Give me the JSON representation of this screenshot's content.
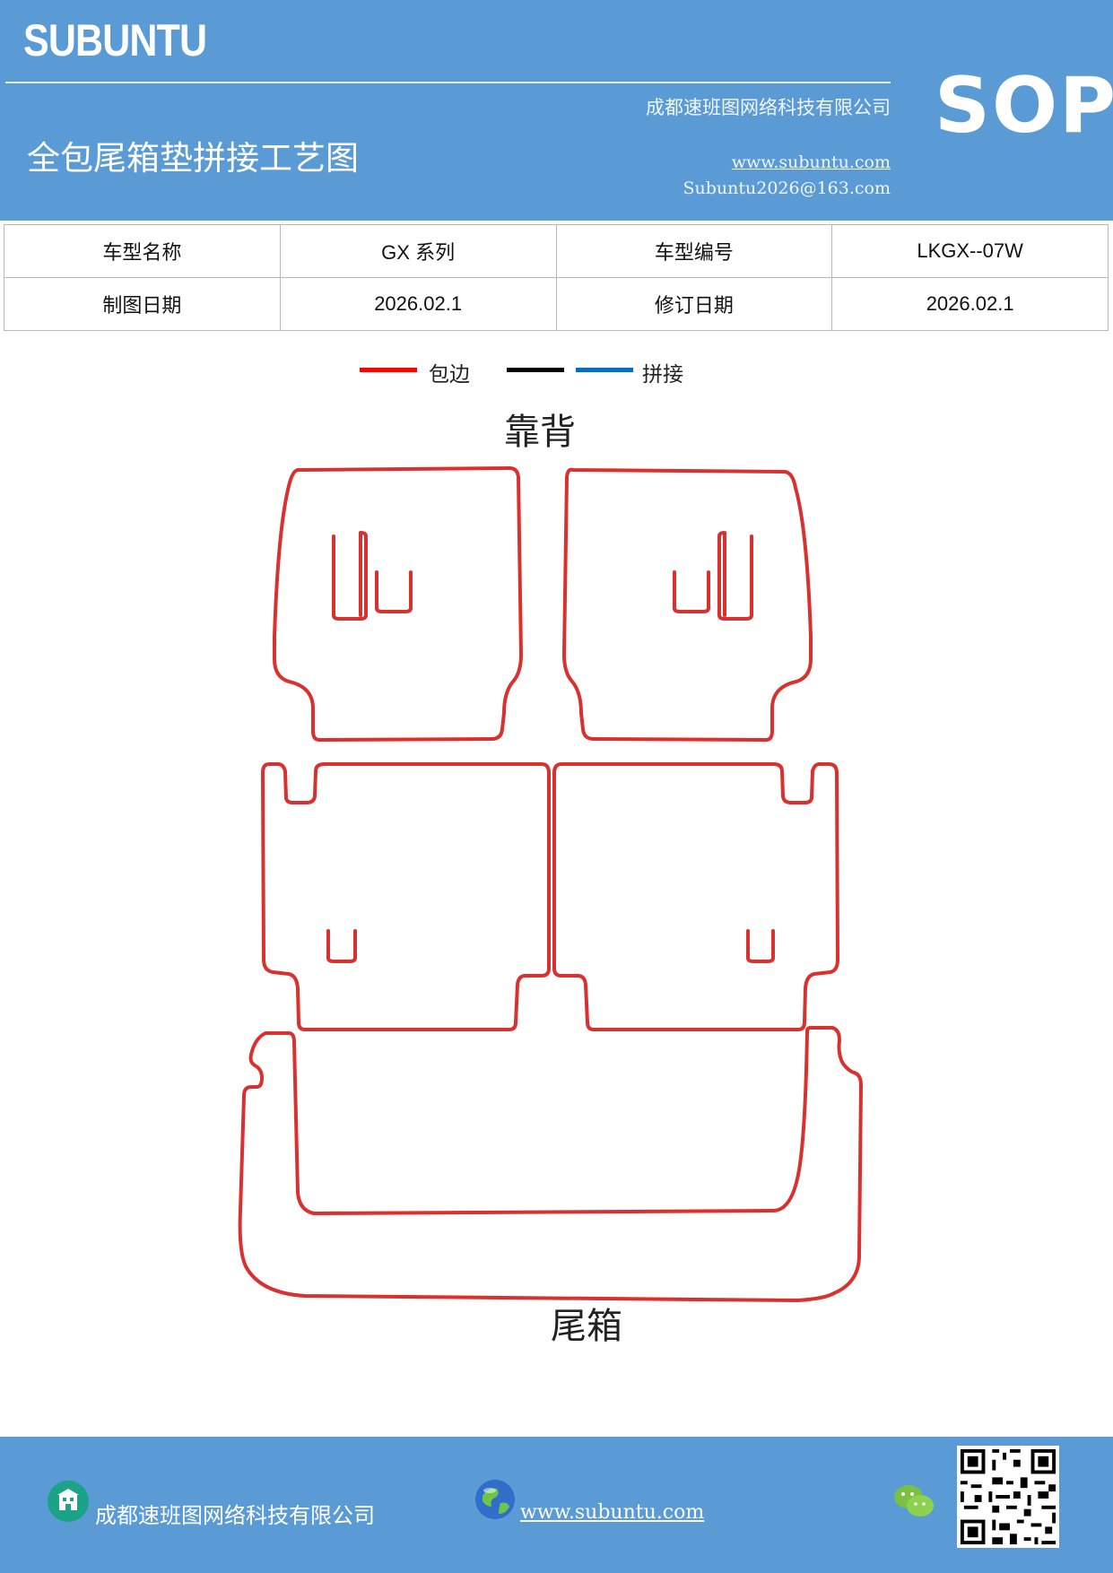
{
  "header": {
    "brand": "SUBUNTU",
    "company": "成都速班图网络科技有限公司",
    "title": "全包尾箱垫拼接工艺图",
    "url": "www.subuntu.com",
    "email": "Subuntu2026@163.com",
    "badge": "SOP"
  },
  "info_table": {
    "rows": [
      [
        "车型名称",
        "GX 系列",
        "车型编号",
        "LKGX--07W"
      ],
      [
        "制图日期",
        "2026.02.1",
        "修订日期",
        "2026.02.1"
      ]
    ]
  },
  "legend": [
    {
      "color": "#ff0000",
      "label": "包边"
    },
    {
      "color": "#000000",
      "label": ""
    },
    {
      "color": "#0070c0",
      "label": "拼接"
    }
  ],
  "drawing": {
    "top_label": "靠背",
    "bottom_label": "尾箱",
    "outline_color": "#d93030"
  },
  "footer": {
    "company": "成都速班图网络科技有限公司",
    "url": "www.subuntu.com "
  },
  "colors": {
    "header_bg": "#5b9bd5",
    "footer_bg": "#5b9bd5"
  }
}
